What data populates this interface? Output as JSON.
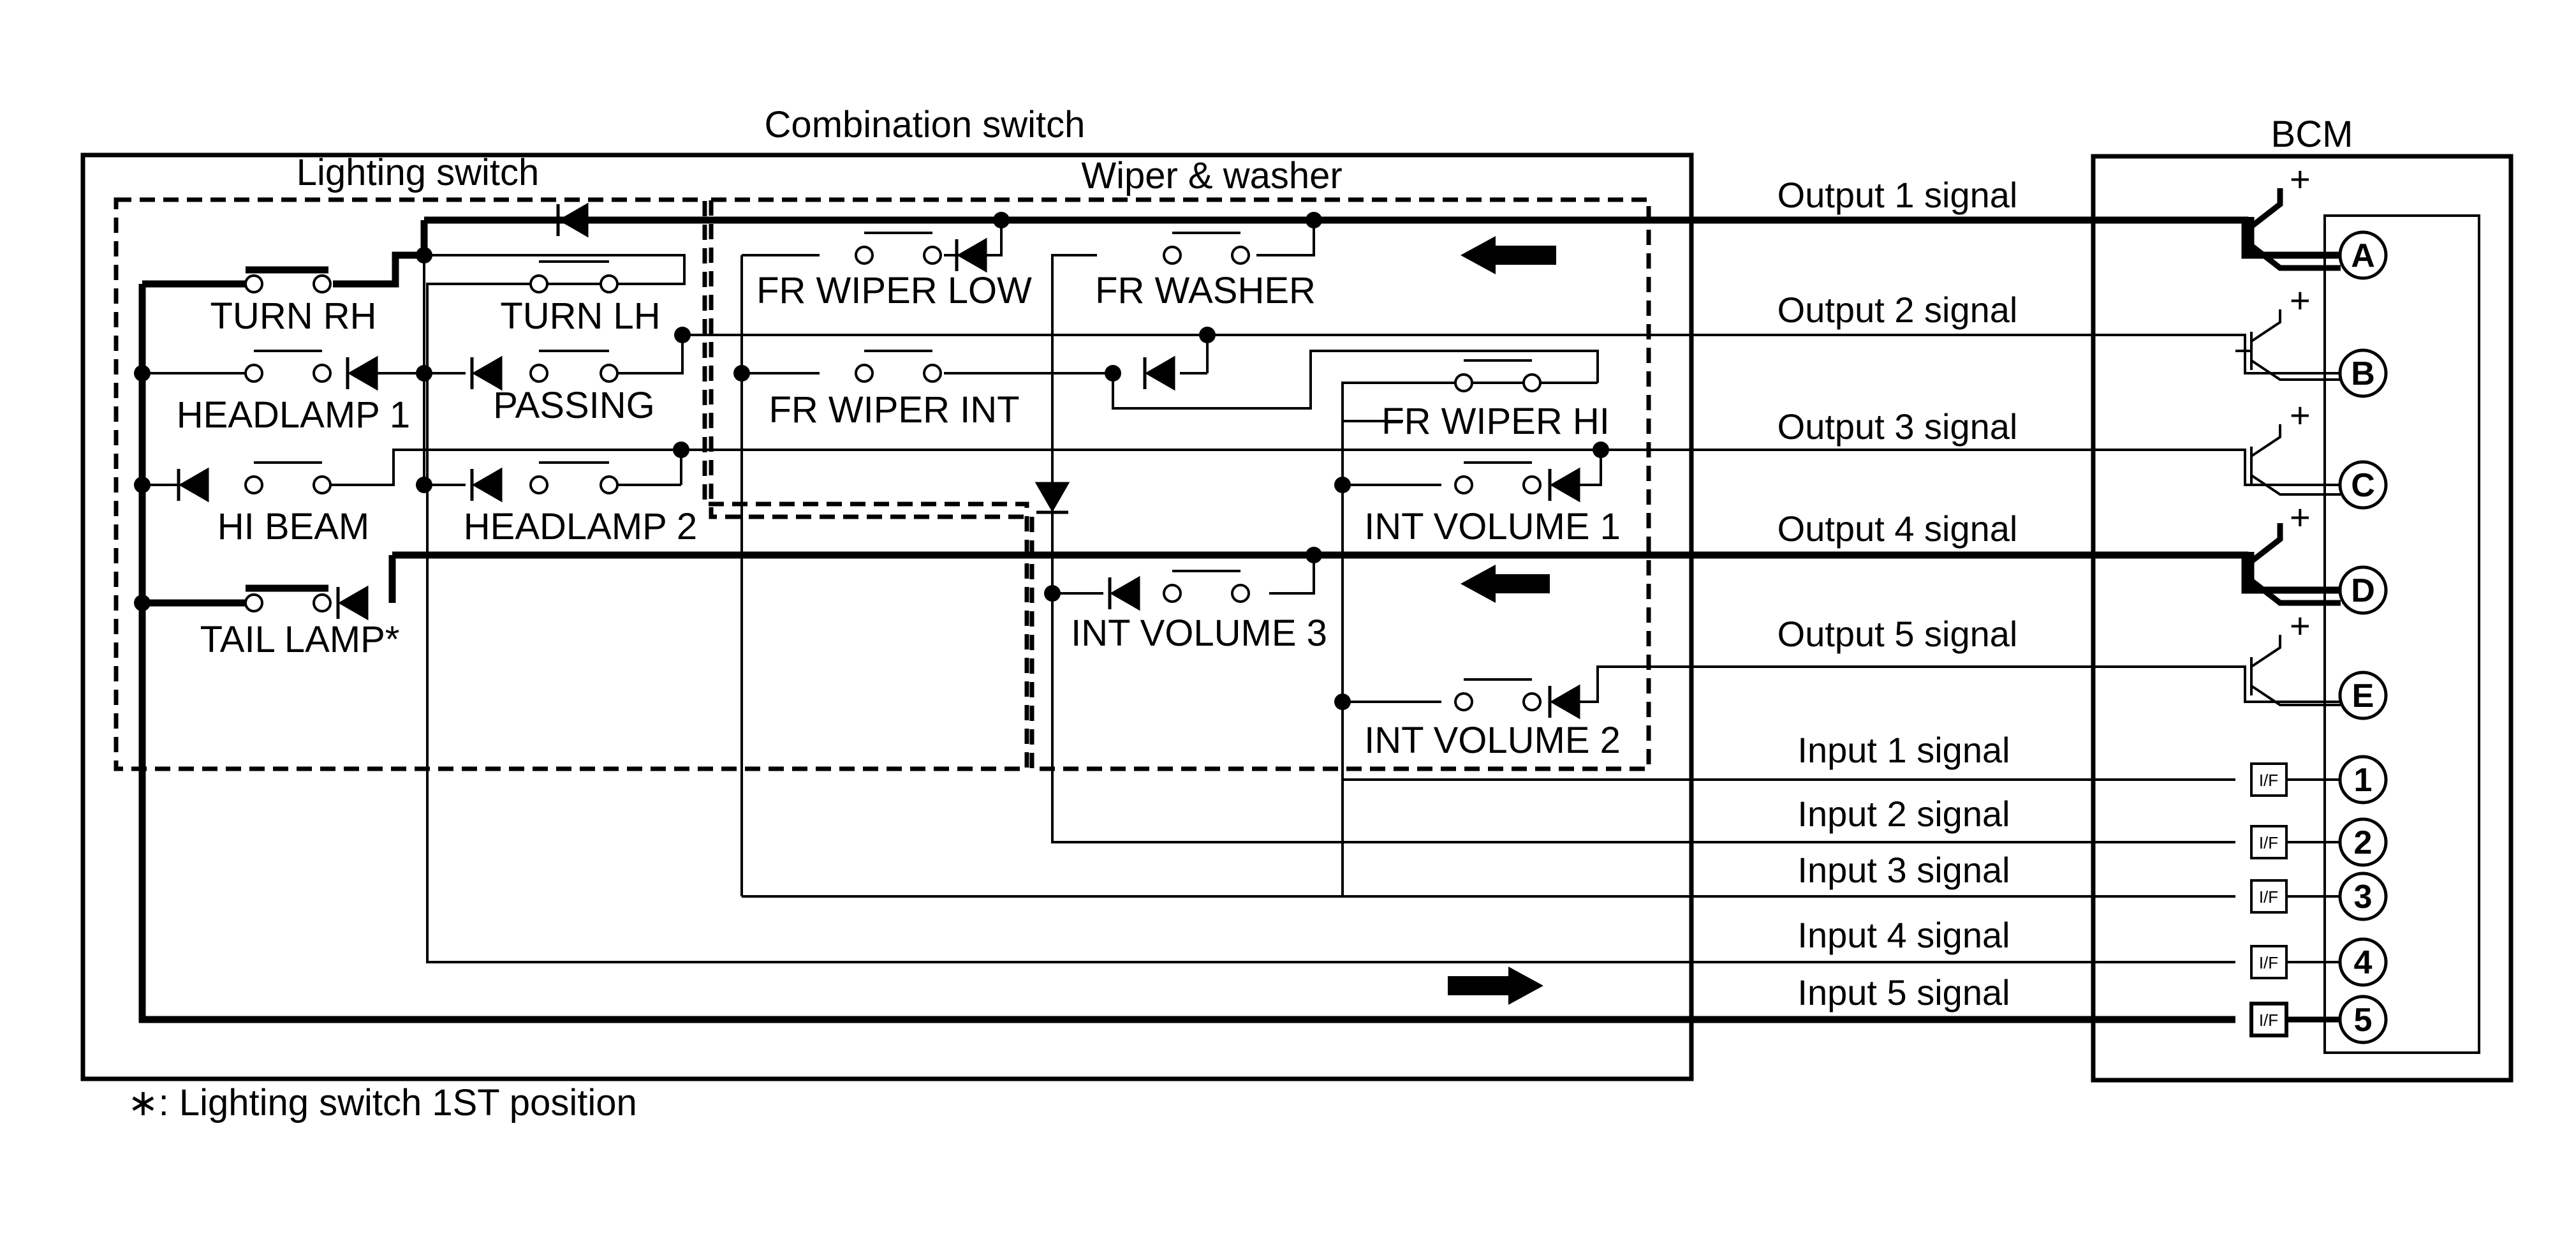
{
  "titles": {
    "combination_switch": "Combination switch",
    "bcm": "BCM",
    "lighting_switch": "Lighting switch",
    "wiper_washer": "Wiper & washer"
  },
  "switches": {
    "turn_rh": "TURN RH",
    "turn_lh": "TURN LH",
    "headlamp_1": "HEADLAMP 1",
    "passing": "PASSING",
    "hi_beam": "HI BEAM",
    "headlamp_2": "HEADLAMP 2",
    "tail_lamp": "TAIL LAMP*",
    "fr_wiper_low": "FR WIPER LOW",
    "fr_washer": "FR WASHER",
    "fr_wiper_int": "FR WIPER INT",
    "fr_wiper_hi": "FR WIPER HI",
    "int_volume_1": "INT VOLUME 1",
    "int_volume_3": "INT VOLUME 3",
    "int_volume_2": "INT VOLUME 2"
  },
  "signals": {
    "output_1": "Output 1 signal",
    "output_2": "Output 2 signal",
    "output_3": "Output 3 signal",
    "output_4": "Output 4 signal",
    "output_5": "Output 5 signal",
    "input_1": "Input 1 signal",
    "input_2": "Input 2 signal",
    "input_3": "Input 3 signal",
    "input_4": "Input 4 signal",
    "input_5": "Input 5 signal"
  },
  "pins": {
    "a": "A",
    "b": "B",
    "c": "C",
    "d": "D",
    "e": "E",
    "p1": "1",
    "p2": "2",
    "p3": "3",
    "p4": "4",
    "p5": "5"
  },
  "interface_label": "I/F",
  "plus_sign": "+",
  "footnote": "∗: Lighting switch 1ST position"
}
